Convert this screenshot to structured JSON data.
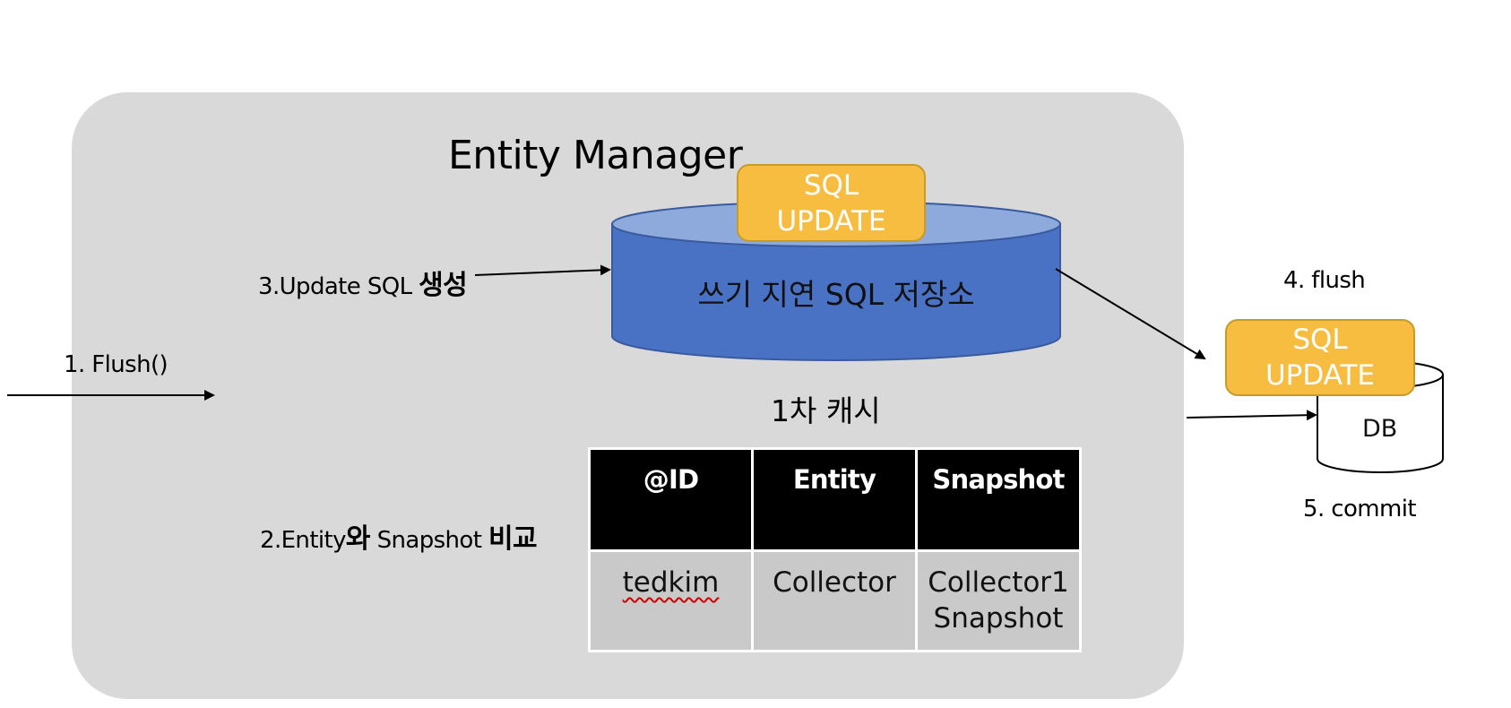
{
  "entity_manager": {
    "title": "Entity Manager"
  },
  "steps": {
    "step1": "1. Flush()",
    "step2_prefix": "2.Entity",
    "step2_ko1": "와",
    "step2_mid": " Snapshot ",
    "step2_ko2": "비교",
    "step3_prefix": "3.Update SQL ",
    "step3_ko": "생성",
    "step4": "4. flush",
    "step5": "5. commit"
  },
  "sql_store": {
    "label": "쓰기 지연 SQL 저장소",
    "box_line1": "SQL",
    "box_line2": "UPDATE"
  },
  "cache": {
    "title": "1차 캐시",
    "headers": [
      "@ID",
      "Entity",
      "Snapshot"
    ],
    "row": {
      "id": "tedkim",
      "entity": "Collector",
      "snapshot_line1": "Collector1",
      "snapshot_line2": "Snapshot"
    }
  },
  "db": {
    "label": "DB",
    "box_line1": "SQL",
    "box_line2": "UPDATE"
  },
  "colors": {
    "panel": "#d9d9d9",
    "cylinder": "#4a72c4",
    "cylinder_top": "#8eaadc",
    "sql_box": "#f6bd41",
    "table_header": "#000000",
    "table_cell": "#c9c9c9"
  },
  "icons": [
    "arrow-icon",
    "cylinder-icon",
    "database-icon"
  ]
}
